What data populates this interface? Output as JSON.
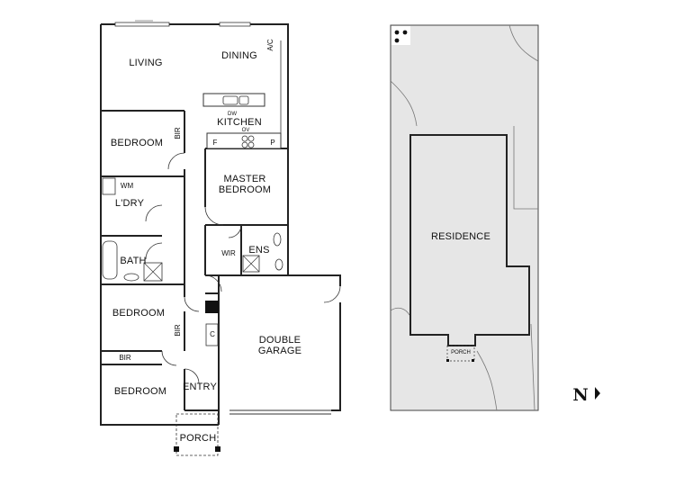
{
  "floor_plan": {
    "rooms": {
      "living": "LIVING",
      "dining": "DINING",
      "ac": "A/C",
      "kitchen": "KITCHEN",
      "dw": "DW",
      "ov": "OV",
      "fridge": "F",
      "pantry": "P",
      "bedroom_1": "BEDROOM",
      "bir_1": "BIR",
      "master": [
        "MASTER",
        "BEDROOM"
      ],
      "wm": "WM",
      "laundry": "L'DRY",
      "bath": "BATH",
      "wir": "WIR",
      "ens": "ENS",
      "bedroom_2": "BEDROOM",
      "bir_2": "BIR",
      "closet": "C",
      "garage": [
        "DOUBLE",
        "GARAGE"
      ],
      "bir_3": "BIR",
      "bedroom_3": "BEDROOM",
      "entry": "ENTRY",
      "porch": "PORCH"
    }
  },
  "site_plan": {
    "residence": "RESIDENCE",
    "porch": "PORCH"
  },
  "compass": {
    "north": "N"
  }
}
